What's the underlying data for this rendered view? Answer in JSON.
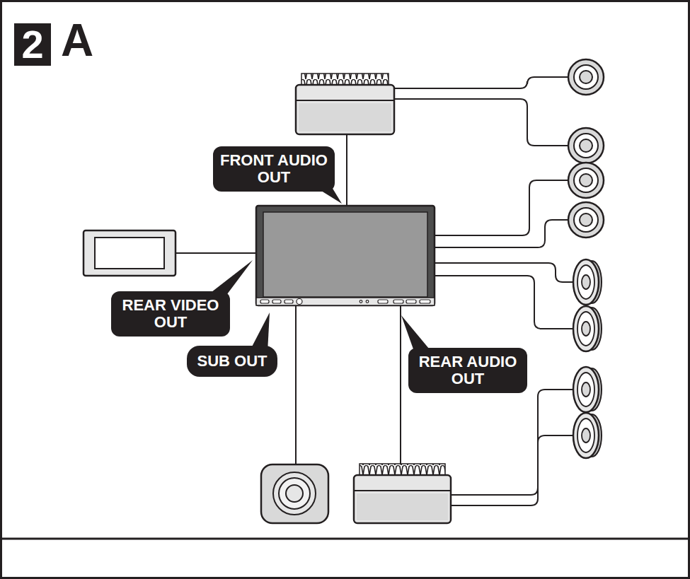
{
  "diagram": {
    "nodes": [
      {
        "text": [
          "2"
        ]
      },
      {
        "text": [
          "FRONT AUDIO OUT"
        ]
      },
      {
        "text": [
          "REAR VIDEO OUT"
        ]
      },
      {
        "text": [
          "SUB OUT"
        ]
      },
      {
        "text": [
          "REAR AUDIO OUT"
        ]
      }
    ],
    "labels": [
      "A"
    ]
  }
}
